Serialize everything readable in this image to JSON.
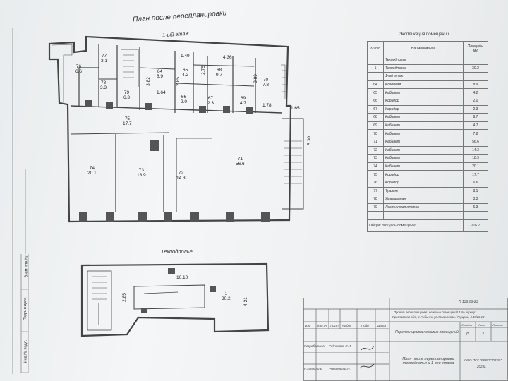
{
  "plan": {
    "title": "План после перепланировки",
    "floor_title": "1-ый этаж",
    "basement_title": "Техподполье",
    "floor_rooms": [
      {
        "num": "76",
        "area": "6.6"
      },
      {
        "num": "77",
        "area": "3.1"
      },
      {
        "num": "78",
        "area": "3.3"
      },
      {
        "num": "79",
        "area": "6.3"
      },
      {
        "num": "64",
        "area": "8.9"
      },
      {
        "num": "65",
        "area": "4.2"
      },
      {
        "num": "66",
        "area": "2.0"
      },
      {
        "num": "67",
        "area": "2.3"
      },
      {
        "num": "68",
        "area": "9.7"
      },
      {
        "num": "69",
        "area": "4.7"
      },
      {
        "num": "70",
        "area": "7.8"
      },
      {
        "num": "75",
        "area": "17.7"
      },
      {
        "num": "74",
        "area": "20.1"
      },
      {
        "num": "73",
        "area": "18.9"
      },
      {
        "num": "72",
        "area": "14.3"
      },
      {
        "num": "71",
        "area": "56.6"
      }
    ],
    "floor_dims": [
      "1.49",
      "4.36",
      "3.82",
      "2.85",
      "2.75",
      "3.89",
      "1.64",
      "1.78",
      "1.65",
      "5.30"
    ],
    "basement_room": {
      "num": "1",
      "area": "30.2"
    },
    "basement_dims": [
      "10.10",
      "2.85",
      "4.21"
    ],
    "side_labels": [
      "Взам инв.№",
      "Подп. и дата",
      "Инв.№ подл."
    ]
  },
  "explication": {
    "title": "Экспликация помещений",
    "headers": {
      "num": "№ п/п",
      "name": "Наименование",
      "area": "Площадь, м2"
    },
    "rows": [
      {
        "num": "",
        "name": "Техподполье",
        "area": ""
      },
      {
        "num": "1",
        "name": "Техподполье",
        "area": "30.2"
      },
      {
        "num": "",
        "name": "1-ый этаж",
        "area": ""
      },
      {
        "num": "64",
        "name": "Кладовая",
        "area": "8.9"
      },
      {
        "num": "65",
        "name": "Кабинет",
        "area": "4.2"
      },
      {
        "num": "66",
        "name": "Коридор",
        "area": "2.0"
      },
      {
        "num": "67",
        "name": "Коридор",
        "area": "2.3"
      },
      {
        "num": "68",
        "name": "Кабинет",
        "area": "9.7"
      },
      {
        "num": "69",
        "name": "Кабинет",
        "area": "4.7"
      },
      {
        "num": "70",
        "name": "Кабинет",
        "area": "7.8"
      },
      {
        "num": "71",
        "name": "Кабинет",
        "area": "56.6"
      },
      {
        "num": "72",
        "name": "Кабинет",
        "area": "14.3"
      },
      {
        "num": "73",
        "name": "Кабинет",
        "area": "18.9"
      },
      {
        "num": "74",
        "name": "Кабинет",
        "area": "20.1"
      },
      {
        "num": "75",
        "name": "Коридор",
        "area": "17.7"
      },
      {
        "num": "76",
        "name": "Коридор",
        "area": "6.6"
      },
      {
        "num": "77",
        "name": "Туалет",
        "area": "3.1"
      },
      {
        "num": "78",
        "name": "Умывальная",
        "area": "3.3"
      },
      {
        "num": "79",
        "name": "Лестничная клетка",
        "area": "6.3"
      },
      {
        "num": "",
        "name": "",
        "area": ""
      }
    ],
    "total_label": "Общая площадь помещений",
    "total_value": "216.7"
  },
  "title_block": {
    "code": "П 139.06-23",
    "project": "Проект перепланировки нежилых помещений 1 по адресу:",
    "address": "Ярославская обл., г.Рыбинск, ул.Ломоносова / Герцена, д.19/20 18",
    "cols": [
      "Изм",
      "Кол.уч",
      "Лист",
      "№ док",
      "Подп",
      "Дата"
    ],
    "object": "Перепланировка нежилых помещений",
    "stage_headers": [
      "Стадия",
      "Лист",
      "Листов"
    ],
    "stage": "П",
    "sheet": "4",
    "developed_label": "Разработала",
    "developer": "Рябчикова О.И.",
    "control_label": "Н.контроль",
    "controller": "Романова В.Н.",
    "drawing_title": "План после перепланировки техподполья и 1-ого этажа",
    "org": "ООО ПСК \"ЕВРОСТИЛЬ\"",
    "year": "2023г."
  }
}
